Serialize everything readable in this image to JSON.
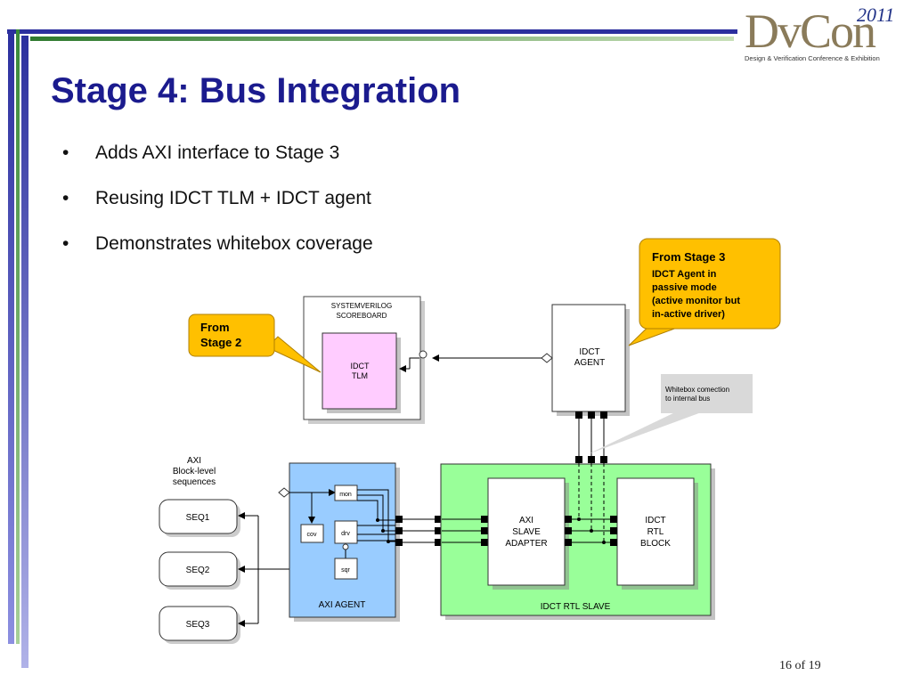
{
  "slide": {
    "title": "Stage 4: Bus Integration",
    "bullets": [
      "Adds AXI interface to Stage 3",
      "Reusing IDCT TLM + IDCT agent",
      "Demonstrates whitebox coverage"
    ],
    "page": "16 of 19"
  },
  "logo": {
    "word": "DvCon",
    "year": "2011",
    "tagline": "Design & Verification Conference & Exhibition"
  },
  "diagram": {
    "scoreboard_title": [
      "SYSTEMVERILOG",
      "SCOREBOARD"
    ],
    "tlm": [
      "IDCT",
      "TLM"
    ],
    "idct_agent": [
      "IDCT",
      "AGENT"
    ],
    "axi_sequences_label": [
      "AXI",
      "Block-level",
      "sequences"
    ],
    "seq1": "SEQ1",
    "seq2": "SEQ2",
    "seq3": "SEQ3",
    "axi_agent": "AXI AGENT",
    "mon": "mon",
    "drv": "drv",
    "cov": "cov",
    "sqr": "sqr",
    "axi_slave_adapter": [
      "AXI",
      "SLAVE",
      "ADAPTER"
    ],
    "idct_rtl_block": [
      "IDCT",
      "RTL",
      "BLOCK"
    ],
    "idct_rtl_slave": "IDCT RTL SLAVE",
    "whitebox_note": [
      "Whitebox comection",
      "to internal bus"
    ],
    "callout_stage2": [
      "From",
      "Stage 2"
    ],
    "callout_stage3_title": "From Stage 3",
    "callout_stage3_body": [
      "IDCT Agent in",
      "passive mode",
      "(active monitor but",
      "in-active driver)"
    ]
  },
  "colors": {
    "title": "#1b1b8e",
    "callout": "#ffc000",
    "tlm_fill": "#ffccff",
    "axi_agent_fill": "#99ccff",
    "rtl_slave_fill": "#99ff99"
  }
}
